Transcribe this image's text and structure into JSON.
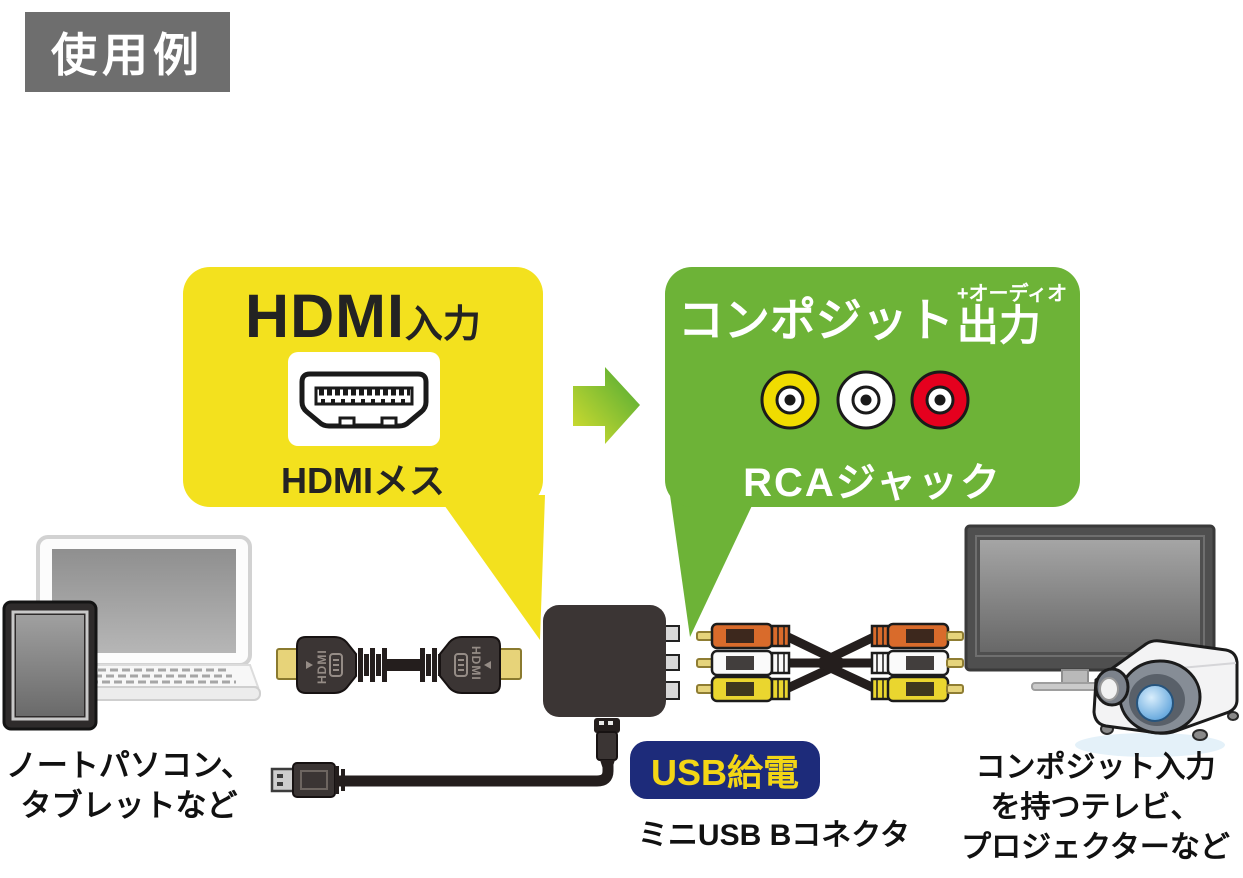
{
  "title_badge": {
    "label": "使用例",
    "bg_color": "#6e6e6e"
  },
  "hdmi_bubble": {
    "bg_color": "#f3e11e",
    "title_main": "HDMI",
    "title_suffix": "入力",
    "port_icon": "hdmi-female-port-icon",
    "caption": "HDMIメス"
  },
  "flow_arrow": {
    "icon": "right-arrow-icon",
    "color_start": "#d8df2f",
    "color_end": "#4aa835"
  },
  "composite_bubble": {
    "bg_color": "#6db337",
    "title_main": "コンポジット",
    "title_sup": "+オーディオ",
    "title_sub": "出力",
    "caption": "RCAジャック",
    "jacks": [
      {
        "name": "rca-video-jack",
        "color": "#f0dc00"
      },
      {
        "name": "rca-audio-white-jack",
        "color": "#ffffff"
      },
      {
        "name": "rca-audio-red-jack",
        "color": "#e5001e"
      }
    ]
  },
  "source_devices": {
    "line1": "ノートパソコン、",
    "line2": "タブレットなど"
  },
  "output_devices": {
    "line1": "コンポジット入力",
    "line2": "を持つテレビ、",
    "line3": "プロジェクターなど"
  },
  "usb": {
    "badge_label": "USB給電",
    "badge_bg": "#1d2b7a",
    "badge_text_color": "#f3d615",
    "caption": "ミニUSB Bコネクタ"
  },
  "cable_labels": {
    "hdmi_connector": "HDMI"
  }
}
